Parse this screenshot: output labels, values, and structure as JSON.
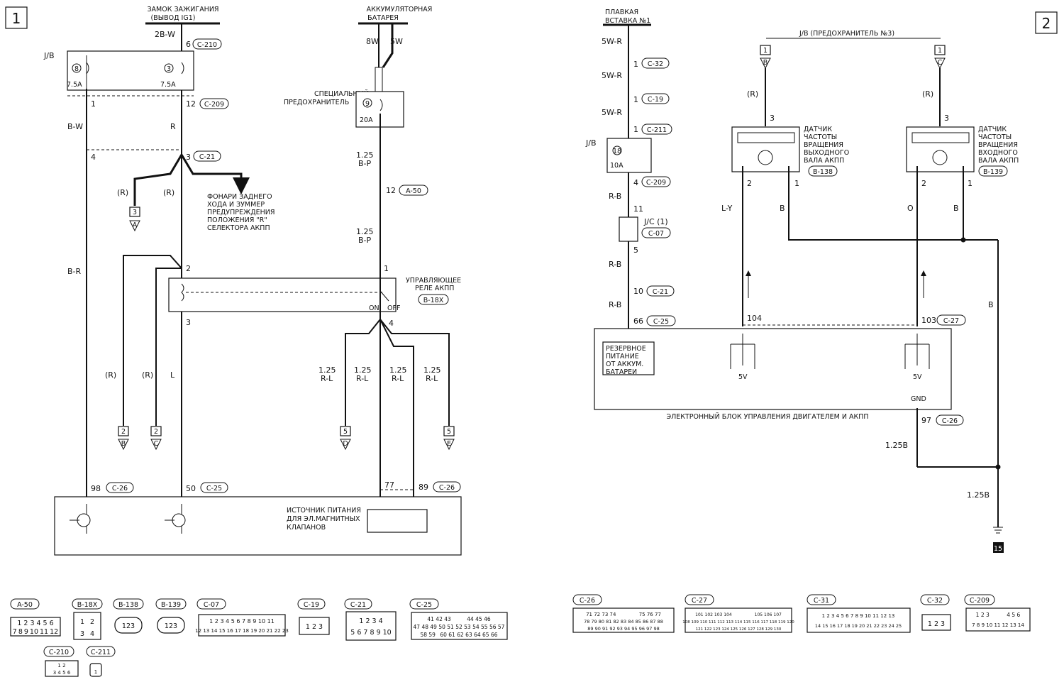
{
  "page_numbers": {
    "left": "1",
    "right": "2"
  },
  "left": {
    "ignition_label": [
      "ЗАМОК ЗАЖИГАНИЯ",
      "(ВЫВОД IG1)"
    ],
    "battery_label": [
      "АККУМУЛЯТОРНАЯ",
      "БАТАРЕЯ"
    ],
    "wire_2bw": "2B-W",
    "pin_6": "6",
    "conn_c210": "C-210",
    "jb": "J/B",
    "fuse_8": "8",
    "fuse_3": "3",
    "amp_75a": "7.5A",
    "amp_75b": "7.5A",
    "pin_1": "1",
    "pin_12": "12",
    "conn_c209": "C-209",
    "wire_bw": "B-W",
    "wire_r": "R",
    "pin_4": "4",
    "pin_3a": "3",
    "conn_c21": "C-21",
    "wire_r_paren1": "(R)",
    "wire_r_paren2": "(R)",
    "ref_3": "3",
    "ref_a": "A",
    "reverse_label": [
      "ФОНАРИ ЗАДНЕГО",
      "ХОДА И ЗУММЕР",
      "ПРЕДУПРЕЖДЕНИЯ",
      "ПОЛОЖЕНИЯ \"R\"",
      "СЕЛЕКТОРА АКПП"
    ],
    "wire_br": "B-R",
    "pin_2": "2",
    "pin_3b": "3",
    "wire_r_paren3": "(R)",
    "wire_r_paren4": "(R)",
    "wire_l": "L",
    "ref_2a": "2",
    "ref_b": "B",
    "ref_2b": "2",
    "ref_c": "C",
    "pin_98": "98",
    "conn_c26a": "C-26",
    "pin_50": "50",
    "conn_c25a": "C-25",
    "wire_8w": "8W",
    "wire_5w": "5W",
    "special_fuse_label": [
      "СПЕЦИАЛЬНЫЙ",
      "ПРЕДОХРАНИТЕЛЬ"
    ],
    "fuse_9": "9",
    "amp_20a": "20A",
    "wire_125": "1.25",
    "wire_bp": "B-P",
    "pin_12b": "12",
    "conn_a50": "A-50",
    "wire_125b": "1.25",
    "wire_bpb": "B-P",
    "pin_1b": "1",
    "relay_label": [
      "УПРАВЛЯЮЩЕЕ",
      "РЕЛЕ АКПП"
    ],
    "conn_b18x": "B-18X",
    "on": "ON",
    "off": "OFF",
    "pin_4b": "4",
    "rl_wires": [
      "1.25",
      "1.25",
      "1.25",
      "1.25"
    ],
    "rl_names": [
      "R-L",
      "R-L",
      "R-L",
      "R-L"
    ],
    "ref_5a": "5",
    "ref_d": "D",
    "ref_5b": "5",
    "ref_e": "E",
    "pin_77": "77",
    "pin_89": "89",
    "conn_c26b": "C-26",
    "solenoid_label": [
      "ИСТОЧНИК ПИТАНИЯ",
      "ДЛЯ ЭЛ.МАГНИТНЫХ",
      "КЛАПАНОВ"
    ]
  },
  "right": {
    "fusible_label": [
      "ПЛАВКАЯ",
      "ВСТАВКА №1"
    ],
    "wire_5wr": [
      "5W-R",
      "5W-R",
      "5W-R"
    ],
    "pin_1a": "1",
    "conn_c32": "C-32",
    "pin_1b": "1",
    "conn_c19": "C-19",
    "pin_1c": "1",
    "conn_c211": "C-211",
    "jb": "J/B",
    "fuse_18": "18",
    "amp_10a": "10A",
    "pin_4": "4",
    "conn_c209": "C-209",
    "wire_rb": [
      "R-B",
      "R-B",
      "R-B"
    ],
    "pin_11": "11",
    "jc_label": "J/C (1)",
    "conn_c07": "C-07",
    "pin_5": "5",
    "pin_10": "10",
    "conn_c21": "C-21",
    "pin_66": "66",
    "conn_c25": "C-25",
    "jb_fuse_label": "J/B (ПРЕДОХРАНИТЕЛЬ №3)",
    "ref_1a": "1",
    "ref_b": "B",
    "ref_1b": "1",
    "ref_c": "C",
    "wire_r1": "(R)",
    "wire_r2": "(R)",
    "pin_3a": "3",
    "pin_3b": "3",
    "output_sensor_label": [
      "ДАТЧИК",
      "ЧАСТОТЫ",
      "ВРАЩЕНИЯ",
      "ВЫХОДНОГО",
      "ВАЛА АКПП"
    ],
    "conn_b138": "B-138",
    "input_sensor_label": [
      "ДАТЧИК",
      "ЧАСТОТЫ",
      "ВРАЩЕНИЯ",
      "ВХОДНОГО",
      "ВАЛА АКПП"
    ],
    "conn_b139": "B-139",
    "pin_2a": "2",
    "pin_1d": "1",
    "pin_2b": "2",
    "pin_1e": "1",
    "wire_ly": "L-Y",
    "wire_b1": "B",
    "wire_o": "O",
    "wire_b2": "B",
    "wire_b3": "B",
    "pin_104": "104",
    "pin_103": "103",
    "conn_c27": "C-27",
    "backup_label": [
      "РЕЗЕРВНОЕ",
      "ПИТАНИЕ",
      "ОТ АККУМ.",
      "БАТАРЕИ"
    ],
    "v5a": "5V",
    "v5b": "5V",
    "gnd": "GND",
    "ecu_label": "ЭЛЕКТРОННЫЙ БЛОК УПРАВЛЕНИЯ ДВИГАТЕЛЕМ И АКПП",
    "pin_97": "97",
    "conn_c26": "C-26",
    "wire_125b1": "1.25B",
    "wire_125b2": "1.25B",
    "ground_15": "15"
  },
  "connectors_left": [
    {
      "name": "A-50"
    },
    {
      "name": "B-18X"
    },
    {
      "name": "B-138"
    },
    {
      "name": "B-139"
    },
    {
      "name": "C-07"
    },
    {
      "name": "C-19"
    },
    {
      "name": "C-21"
    },
    {
      "name": "C-25"
    },
    {
      "name": "C-210"
    },
    {
      "name": "C-211"
    }
  ],
  "connectors_right": [
    {
      "name": "C-26"
    },
    {
      "name": "C-27"
    },
    {
      "name": "C-31"
    },
    {
      "name": "C-32"
    },
    {
      "name": "C-209"
    }
  ],
  "connector_pins": {
    "a50": [
      "1",
      "2",
      "3",
      "4",
      "5",
      "6",
      "7",
      "8",
      "9",
      "10",
      "11",
      "12"
    ],
    "b18x": [
      "1",
      "2",
      "3",
      "4"
    ],
    "b138": [
      "1",
      "2",
      "3"
    ],
    "b139": [
      "1",
      "2",
      "3"
    ],
    "c07": [
      "1",
      "2",
      "3",
      "4",
      "5",
      "6",
      "7",
      "8",
      "9",
      "10",
      "11",
      "12",
      "13",
      "14",
      "15",
      "16",
      "17",
      "18",
      "19",
      "20",
      "21",
      "22",
      "23"
    ],
    "c19": [
      "1",
      "2",
      "3"
    ],
    "c21": [
      "1",
      "2",
      "3",
      "4",
      "5",
      "6",
      "7",
      "8",
      "9",
      "10"
    ],
    "c25": [
      "41",
      "42",
      "43",
      "44",
      "45",
      "46",
      "47",
      "48",
      "49",
      "50",
      "51",
      "52",
      "53",
      "54",
      "55",
      "56",
      "57",
      "58",
      "59",
      "60",
      "61",
      "62",
      "63",
      "64",
      "65",
      "66"
    ],
    "c210": [
      "1",
      "2",
      "3",
      "4",
      "5",
      "6"
    ],
    "c211": [
      "1"
    ],
    "c26": [
      "71",
      "72",
      "73",
      "74",
      "75",
      "76",
      "77",
      "78",
      "79",
      "80",
      "81",
      "82",
      "83",
      "84",
      "85",
      "86",
      "87",
      "88",
      "89",
      "90",
      "91",
      "92",
      "93",
      "94",
      "95",
      "96",
      "97",
      "98"
    ],
    "c27": [
      "101",
      "102",
      "103",
      "104",
      "105",
      "106",
      "107",
      "108",
      "109",
      "110",
      "111",
      "112",
      "113",
      "114",
      "115",
      "116",
      "117",
      "118",
      "119",
      "120",
      "121",
      "122",
      "123",
      "124",
      "125",
      "126",
      "127",
      "128",
      "129",
      "130"
    ],
    "c31": [
      "1",
      "2",
      "3",
      "4",
      "5",
      "6",
      "7",
      "8",
      "9",
      "10",
      "11",
      "12",
      "13",
      "14",
      "15",
      "16",
      "17",
      "18",
      "19",
      "20",
      "21",
      "22",
      "23",
      "24",
      "25"
    ],
    "c32": [
      "1",
      "2",
      "3"
    ],
    "c209": [
      "1",
      "2",
      "3",
      "4",
      "5",
      "6",
      "7",
      "8",
      "9",
      "10",
      "11",
      "12",
      "13",
      "14"
    ]
  }
}
